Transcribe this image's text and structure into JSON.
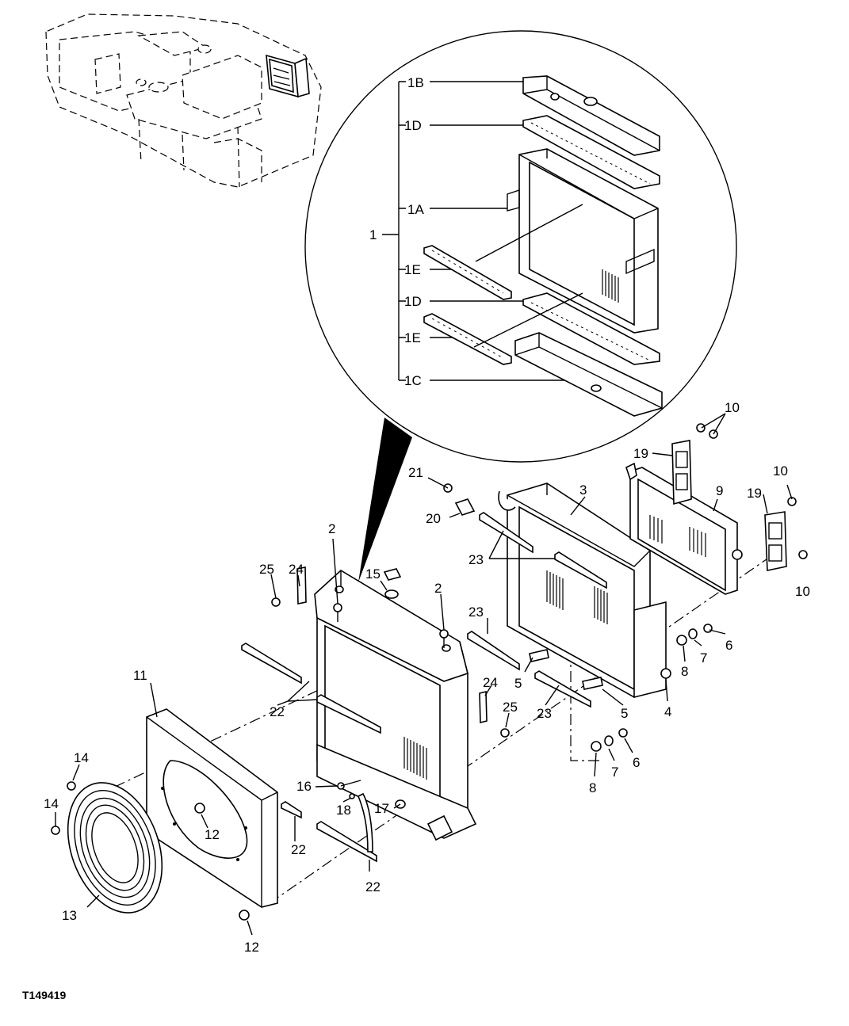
{
  "figure_id": "T149419",
  "callouts": {
    "c1": "1",
    "c1A": "1A",
    "c1B": "1B",
    "c1C": "1C",
    "c1D_top": "1D",
    "c1D_bot": "1D",
    "c1E_top": "1E",
    "c1E_bot": "1E",
    "c2a": "2",
    "c2b": "2",
    "c3": "3",
    "c4": "4",
    "c5a": "5",
    "c5b": "5",
    "c6a": "6",
    "c6b": "6",
    "c7a": "7",
    "c7b": "7",
    "c8a": "8",
    "c8b": "8",
    "c9": "9",
    "c10a": "10",
    "c10b": "10",
    "c10c": "10",
    "c11": "11",
    "c12a": "12",
    "c12b": "12",
    "c13": "13",
    "c14a": "14",
    "c14b": "14",
    "c15": "15",
    "c16": "16",
    "c17": "17",
    "c18": "18",
    "c19a": "19",
    "c19b": "19",
    "c20": "20",
    "c21": "21",
    "c22a": "22",
    "c22b": "22",
    "c22c": "22",
    "c23a": "23",
    "c23b": "23",
    "c23c": "23",
    "c24a": "24",
    "c24b": "24",
    "c25a": "25",
    "c25b": "25"
  }
}
